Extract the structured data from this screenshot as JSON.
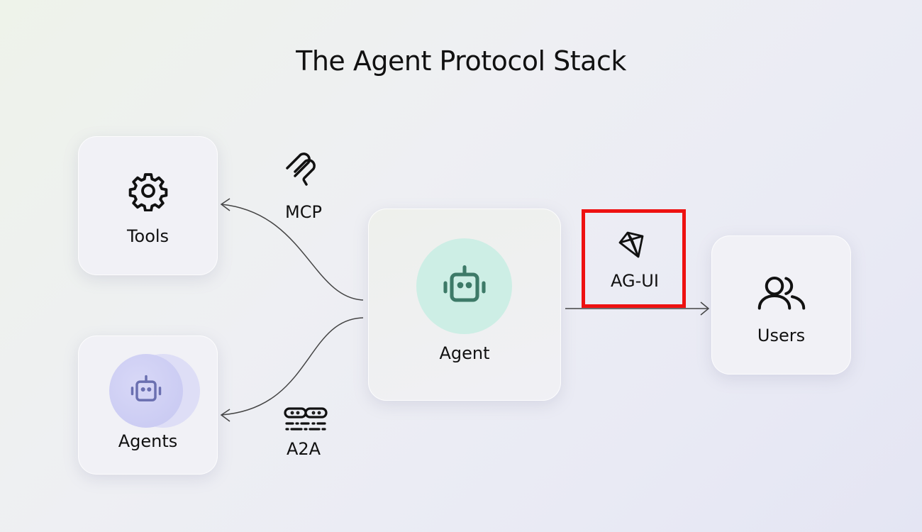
{
  "title": "The Agent Protocol Stack",
  "nodes": {
    "tools": "Tools",
    "agents": "Agents",
    "agent": "Agent",
    "users": "Users"
  },
  "protocols": {
    "mcp": "MCP",
    "a2a": "A2A",
    "agui": "AG-UI"
  },
  "colors": {
    "highlight": "#ee1111",
    "agent_circle": "#cdeee5",
    "agent_icon": "#3d7a68",
    "agents_circle": "#cfd0f6",
    "agents_icon": "#6a6fb0"
  }
}
